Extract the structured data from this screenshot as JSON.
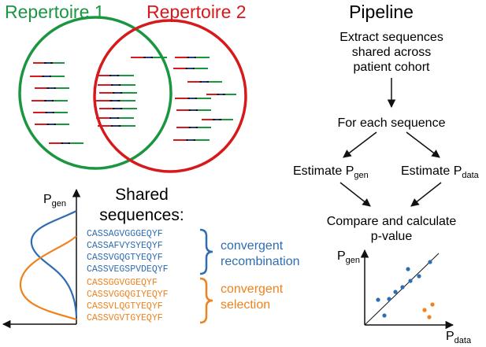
{
  "repertoires": {
    "rep1_label": "Repertoire 1",
    "rep2_label": "Repertoire 2",
    "rep1_color": "#1a9641",
    "rep2_color": "#d7191c"
  },
  "pipeline": {
    "title": "Pipeline",
    "step1_lines": [
      "Extract sequences",
      "shared across",
      "patient cohort"
    ],
    "step2": "For each sequence",
    "step3a_main": "Estimate P",
    "step3a_sub": "gen",
    "step3b_main": "Estimate P",
    "step3b_sub": "data",
    "step4_lines": [
      "Compare and calculate",
      "p-value"
    ]
  },
  "shared": {
    "title_lines": [
      "Shared",
      "sequences:"
    ],
    "axis_label_main": "P",
    "axis_label_sub": "gen",
    "recombination_seqs": [
      "CASSAGVGGGEQYF",
      "CASSAFVYSYEQYF",
      "CASSVGQGTYEQYF",
      "CASSVEGSPVDEQYF"
    ],
    "selection_seqs": [
      "CASSGGVGGEQYF",
      "CASSVGGQGIYEQYF",
      "CASSVLQGTYEQYF",
      "CASSVGVTGYEQYF"
    ],
    "recombination_label": [
      "convergent",
      "recombination"
    ],
    "selection_label": [
      "convergent",
      "selection"
    ],
    "recombination_color": "#2e6db4",
    "selection_color": "#f0821e"
  },
  "scatter": {
    "y_label_main": "P",
    "y_label_sub": "gen",
    "x_label_main": "P",
    "x_label_sub": "data",
    "point_color_blue": "#2e6db4",
    "point_color_orange": "#f0821e"
  }
}
